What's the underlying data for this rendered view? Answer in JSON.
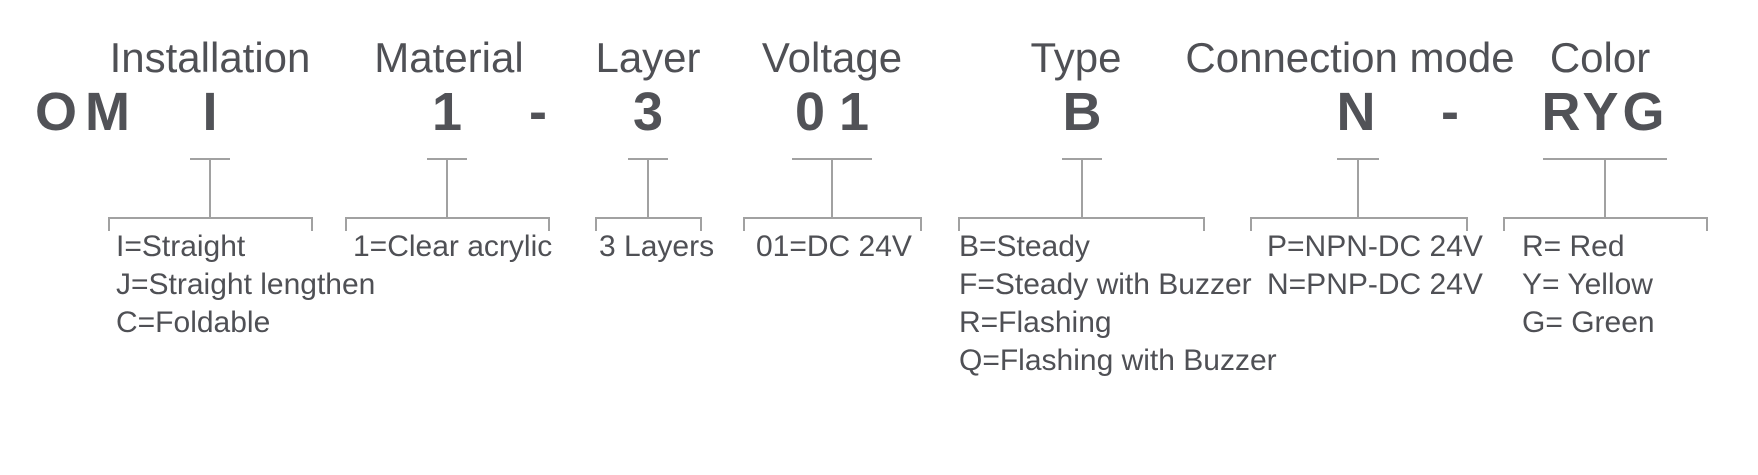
{
  "model_code": {
    "prefix": "OM",
    "separators": [
      "-",
      "-"
    ]
  },
  "columns": [
    {
      "header": "Installation",
      "code": "I",
      "options": [
        "I=Straight",
        "J=Straight lengthen",
        "C=Foldable"
      ]
    },
    {
      "header": "Material",
      "code": "1",
      "options": [
        "1=Clear acrylic"
      ]
    },
    {
      "header": "Layer",
      "code": "3",
      "options": [
        "3 Layers"
      ]
    },
    {
      "header": "Voltage",
      "code": "01",
      "options": [
        "01=DC 24V"
      ]
    },
    {
      "header": "Type",
      "code": "B",
      "options": [
        "B=Steady",
        "F=Steady with Buzzer",
        "R=Flashing",
        "Q=Flashing with Buzzer"
      ]
    },
    {
      "header": "Connection mode",
      "code": "N",
      "options": [
        "P=NPN-DC 24V",
        "N=PNP-DC 24V"
      ]
    },
    {
      "header": "Color",
      "code": "RYG",
      "options": [
        "R= Red",
        "Y= Yellow",
        "G= Green"
      ]
    }
  ],
  "colors": {
    "text": "#4f5055",
    "code_text": "#515257",
    "line": "#a1a1a1",
    "background": "#ffffff"
  }
}
